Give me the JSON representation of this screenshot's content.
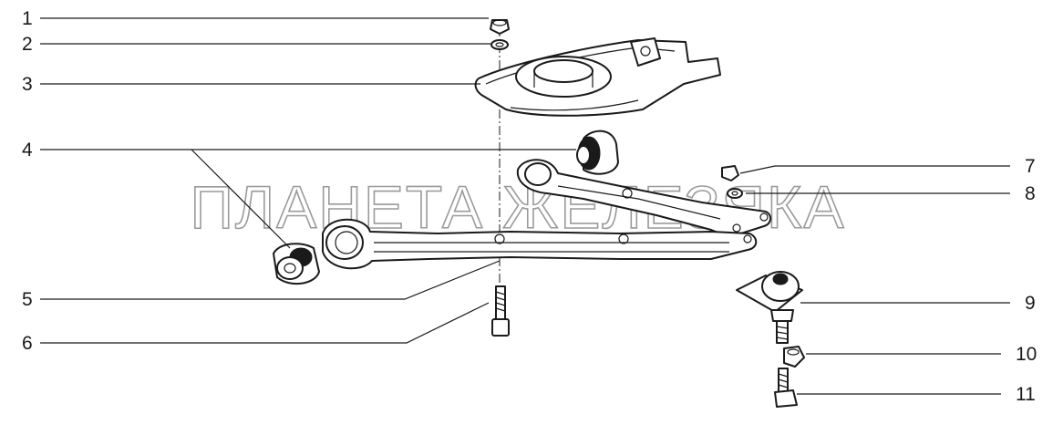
{
  "callouts": [
    {
      "id": "1",
      "label": "1"
    },
    {
      "id": "2",
      "label": "2"
    },
    {
      "id": "3",
      "label": "3"
    },
    {
      "id": "4",
      "label": "4"
    },
    {
      "id": "5",
      "label": "5"
    },
    {
      "id": "6",
      "label": "6"
    },
    {
      "id": "7",
      "label": "7"
    },
    {
      "id": "8",
      "label": "8"
    },
    {
      "id": "9",
      "label": "9"
    },
    {
      "id": "10",
      "label": "10"
    },
    {
      "id": "11",
      "label": "11"
    }
  ],
  "watermark": "ПЛАНЕТА ЖЕЛЕЗЯКА"
}
